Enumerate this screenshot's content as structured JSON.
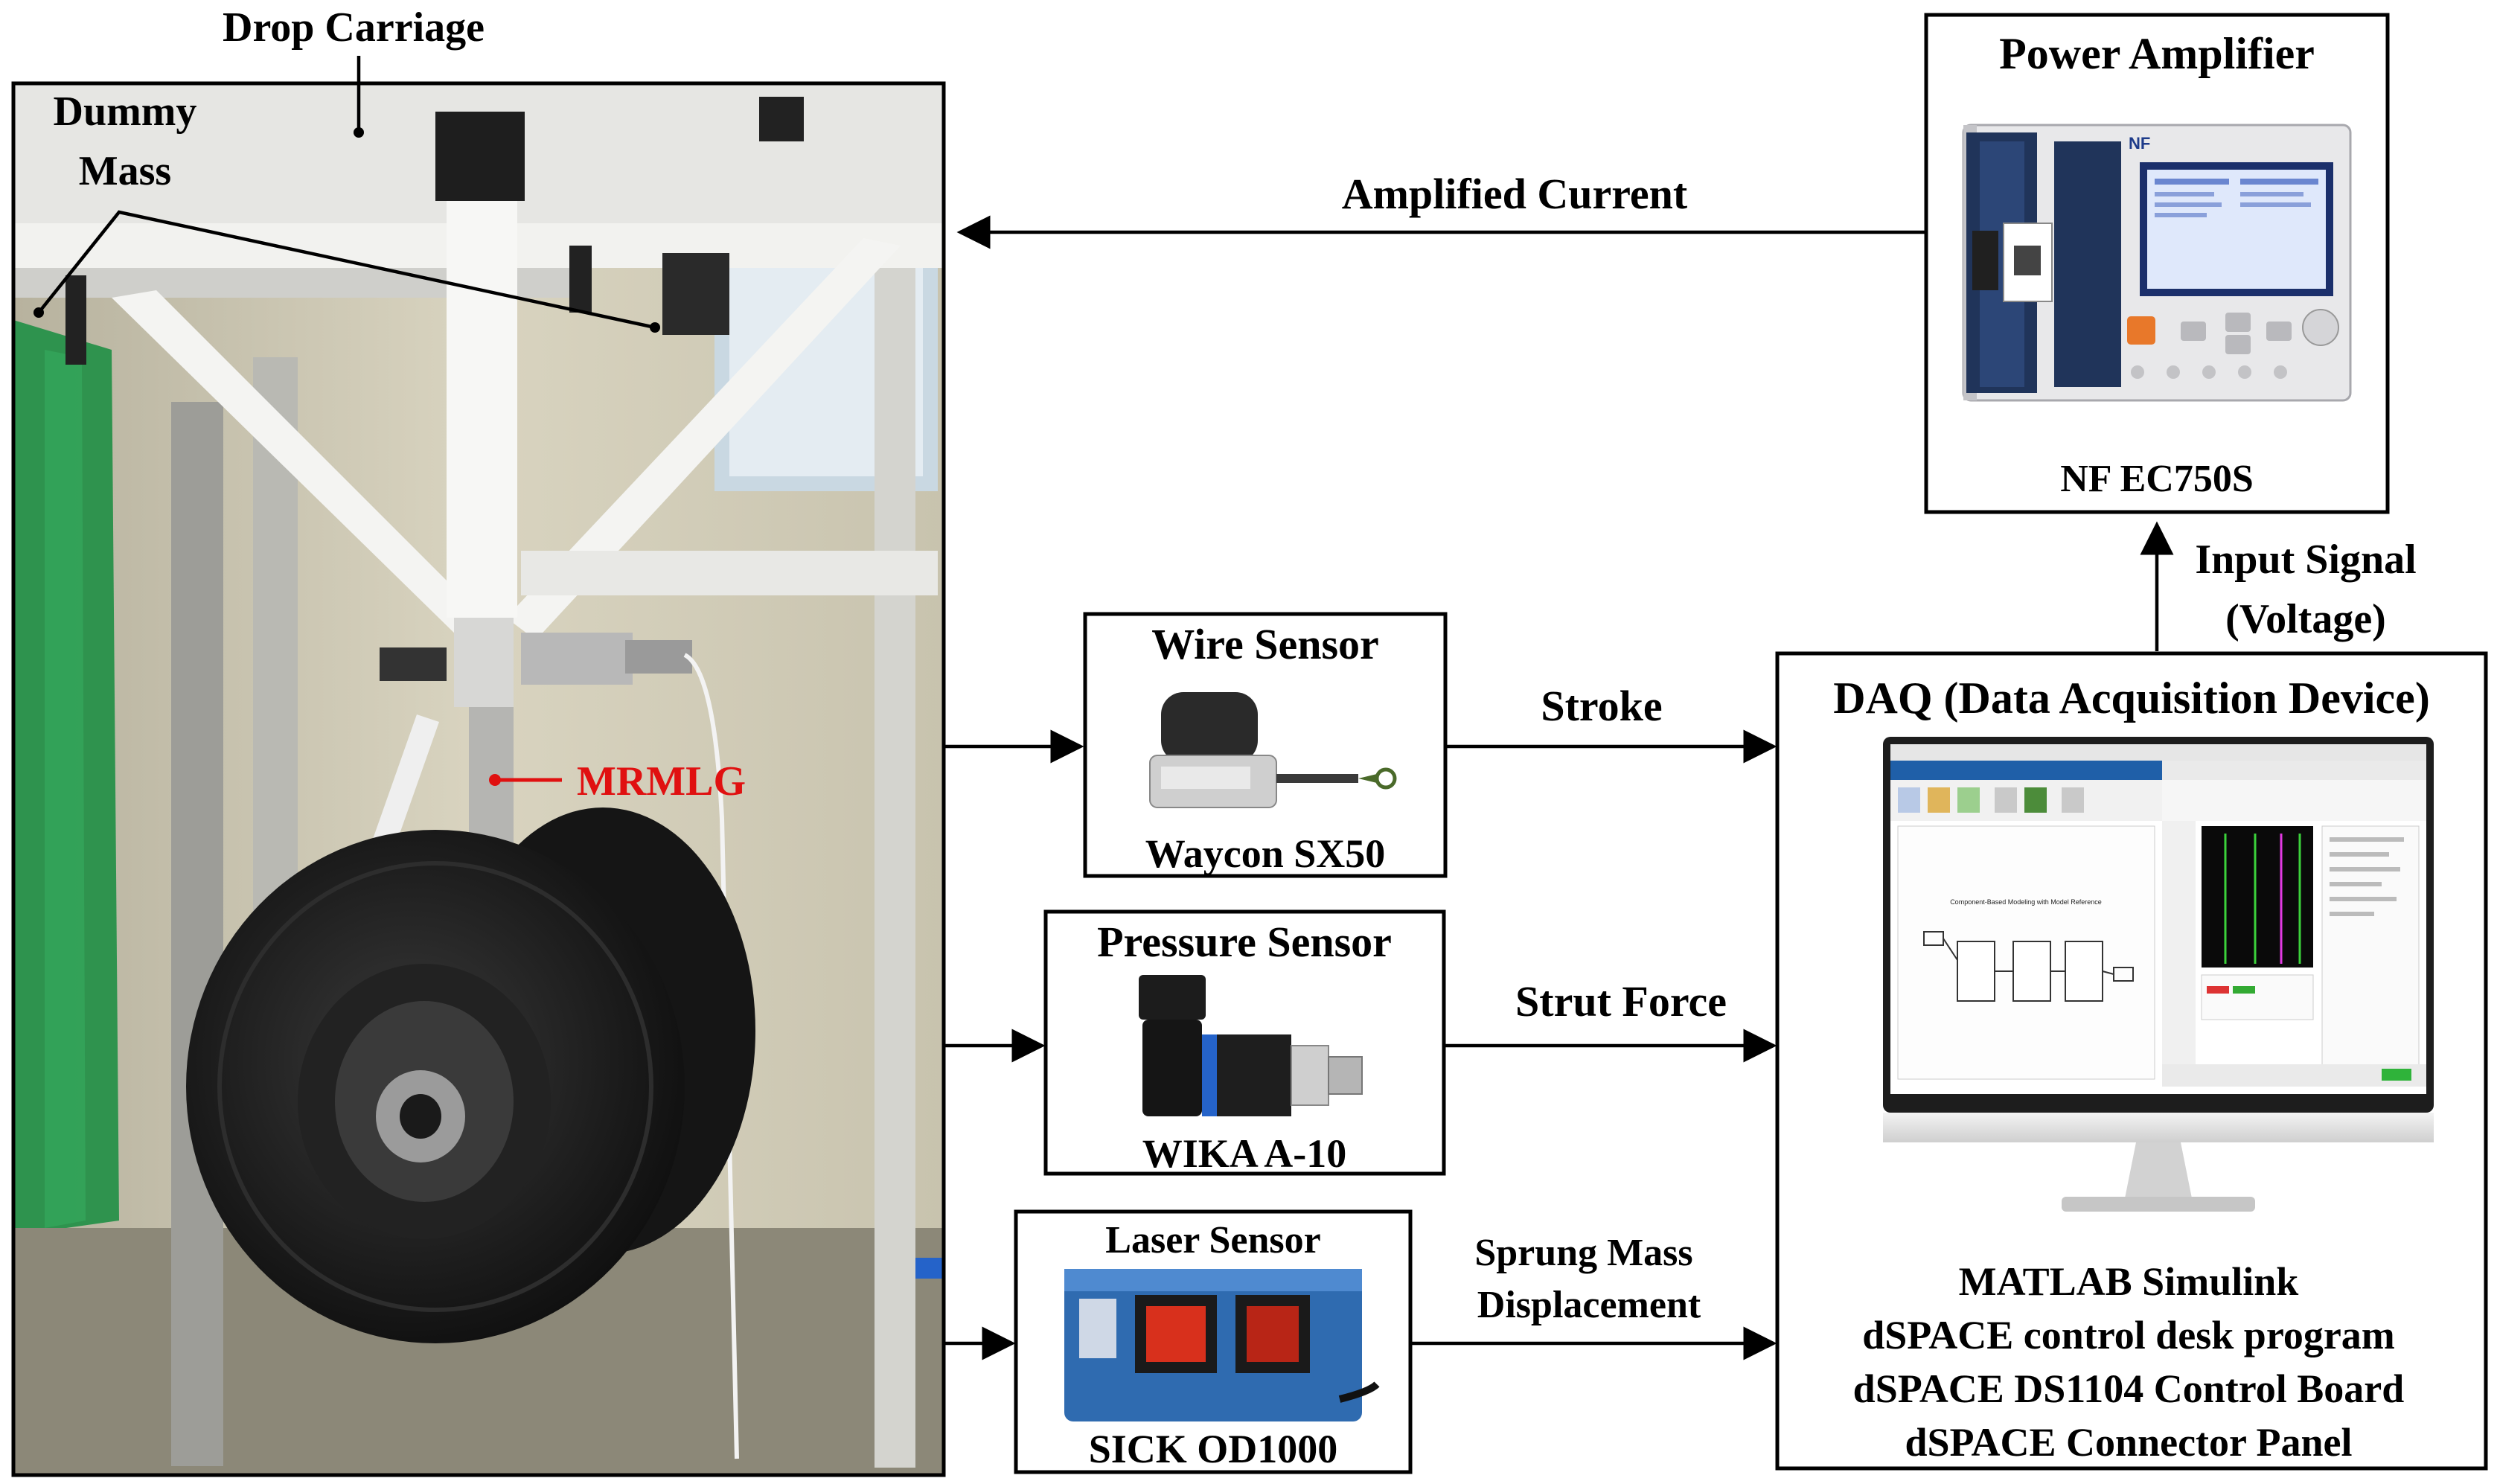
{
  "labels": {
    "drop_carriage": "Drop Carriage",
    "dummy_mass_line1": "Dummy",
    "dummy_mass_line2": "Mass",
    "mrmlg": "MRMLG",
    "amplified_current": "Amplified Current",
    "input_signal_line1": "Input Signal",
    "input_signal_line2": "(Voltage)",
    "stroke": "Stroke",
    "strut_force": "Strut Force",
    "sprung_mass_line1": "Sprung Mass",
    "sprung_mass_line2": "Displacement"
  },
  "power_amplifier": {
    "title": "Power Amplifier",
    "model": "NF EC750S",
    "brand": "NF"
  },
  "wire_sensor": {
    "title": "Wire Sensor",
    "model": "Waycon  SX50"
  },
  "pressure_sensor": {
    "title": "Pressure Sensor",
    "model": "WIKA A-10"
  },
  "laser_sensor": {
    "title": "Laser Sensor",
    "model": "SICK OD1000"
  },
  "daq": {
    "title": "DAQ (Data Acquisition Device)",
    "screen_text": "Component-Based Modeling with Model Reference",
    "lines": [
      "MATLAB  Simulink",
      "dSPACE control desk program",
      "dSPACE DS1104 Control Board",
      "dSPACE Connector Panel"
    ]
  },
  "colors": {
    "accent_red": "#e01010",
    "amp_orange": "#e8782a",
    "amp_screen": "#2a4fb5",
    "laser_blue": "#2f6bb0",
    "laser_red": "#d8301c",
    "tire": "#1a1a1a"
  }
}
